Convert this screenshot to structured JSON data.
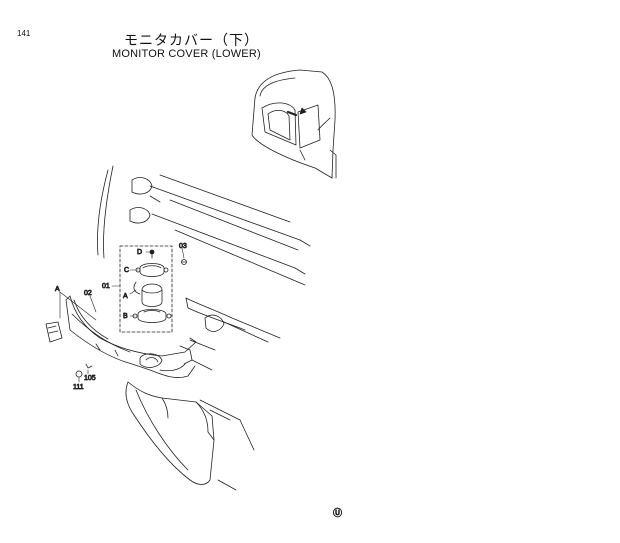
{
  "header": {
    "page_number": "141",
    "title_jp": "モニタカバー（下）",
    "title_en": "MONITOR COVER (LOWER)"
  },
  "callouts": {
    "ref_01": "01",
    "ref_02": "02",
    "ref_03": "03",
    "ref_105": "105",
    "ref_111": "111",
    "label_a_left": "A",
    "label_a_inner": "A",
    "label_b": "B",
    "label_c": "C",
    "label_d": "D"
  },
  "footer": {
    "symbol": "Ⓤ"
  }
}
